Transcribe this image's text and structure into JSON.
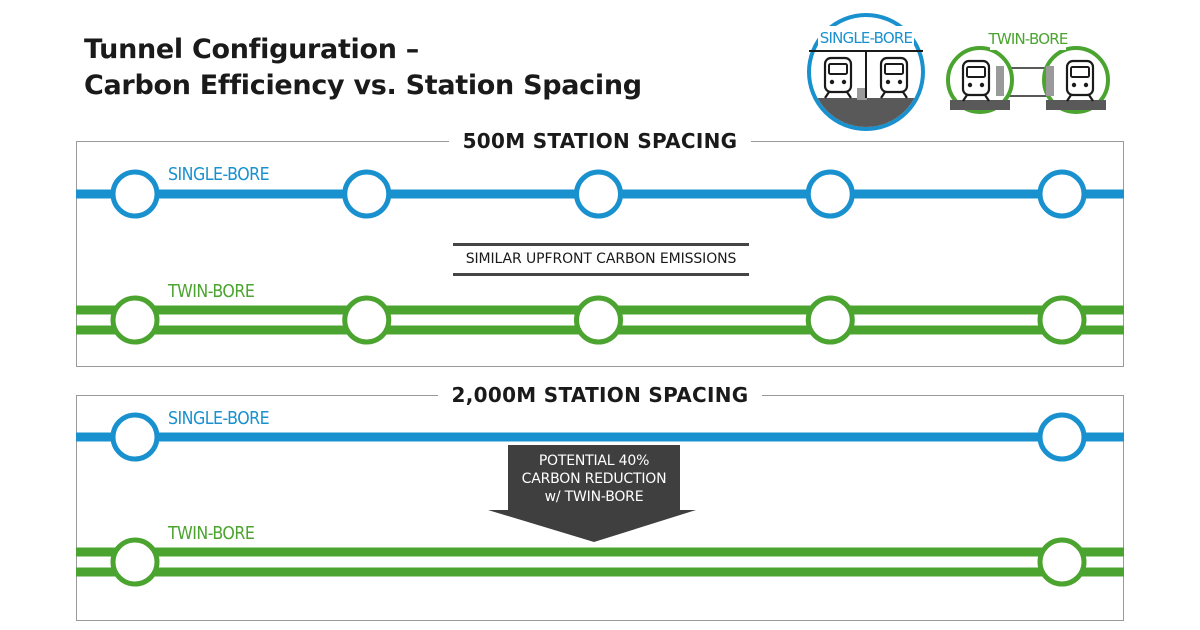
{
  "title": {
    "line1": "Tunnel Configuration –",
    "line2": "Carbon Efficiency vs. Station Spacing"
  },
  "legend": {
    "single_bore": "SINGLE-BORE",
    "twin_bore": "TWIN-BORE",
    "icon": "train-icon"
  },
  "colors": {
    "single_bore": "#1a91cf",
    "twin_bore": "#4ba42f",
    "callout": "#3f3f3f"
  },
  "panels": [
    {
      "title": "500M STATION SPACING",
      "single_label": "SINGLE-BORE",
      "twin_label": "TWIN-BORE",
      "stations": 5,
      "note": "SIMILAR UPFRONT CARBON EMISSIONS"
    },
    {
      "title": "2,000M STATION SPACING",
      "single_label": "SINGLE-BORE",
      "twin_label": "TWIN-BORE",
      "stations": 2,
      "callout": [
        "POTENTIAL 40%",
        "CARBON REDUCTION",
        "w/ TWIN-BORE"
      ]
    }
  ]
}
